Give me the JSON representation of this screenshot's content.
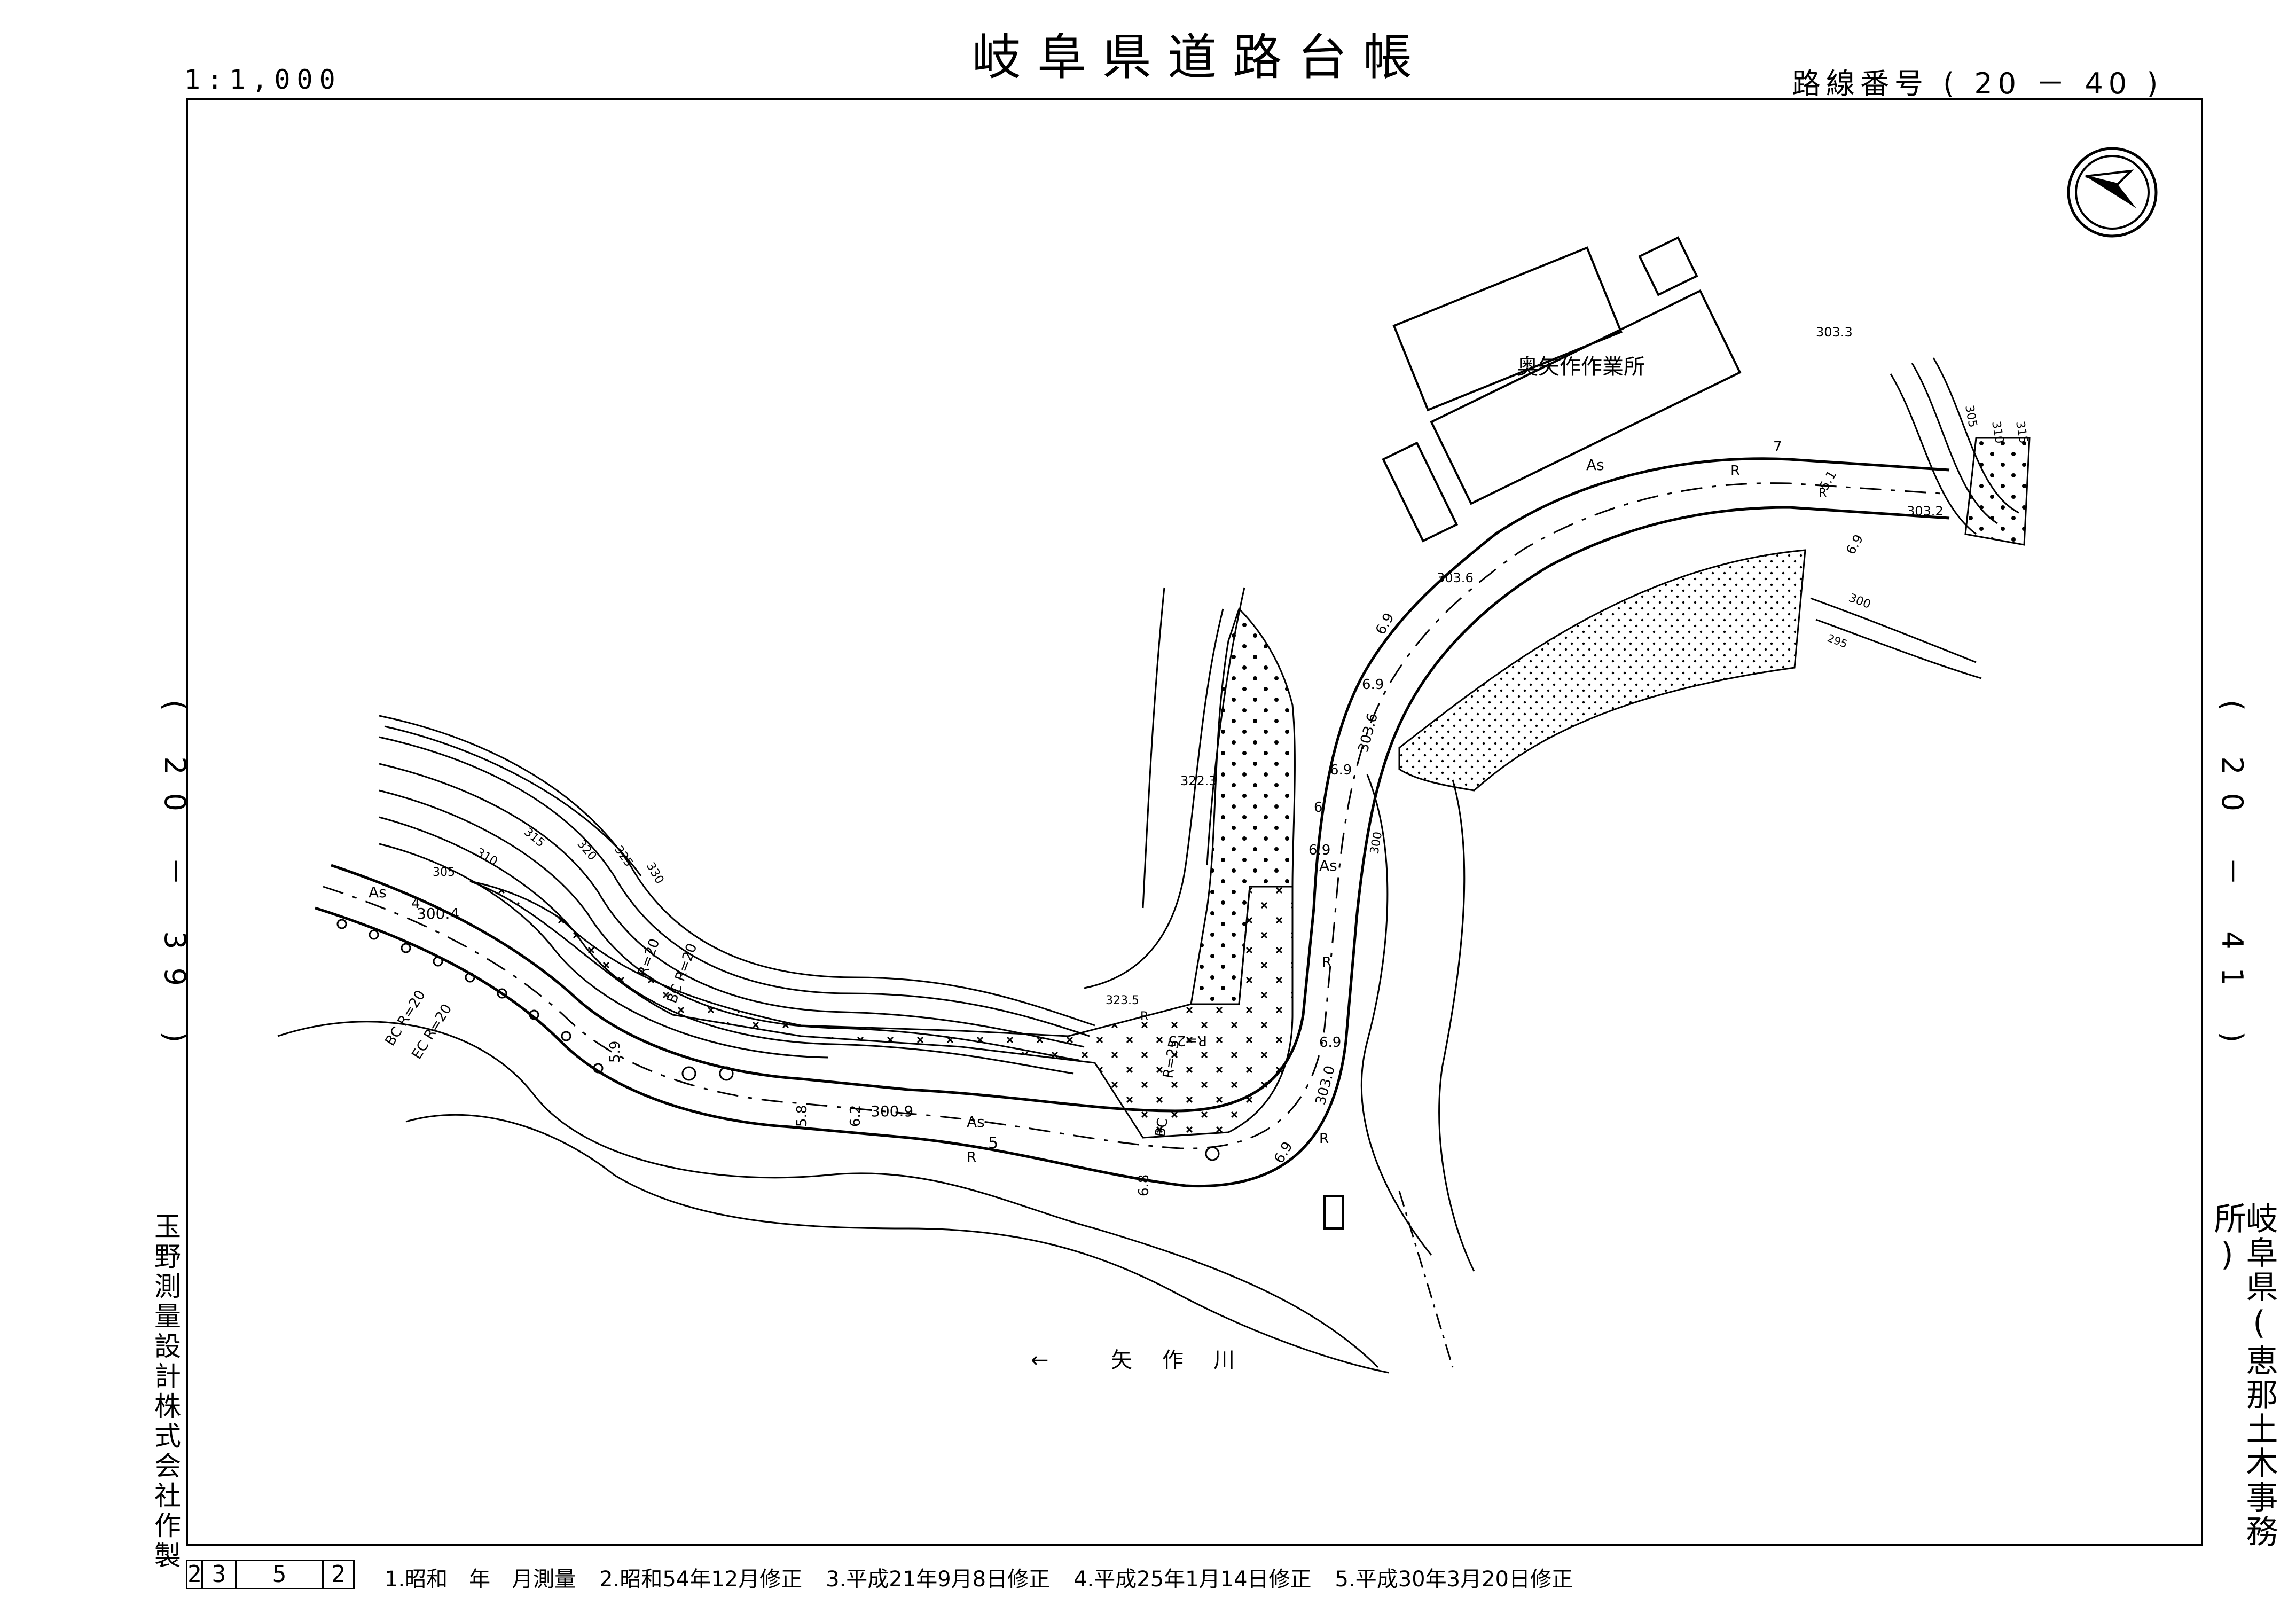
{
  "header": {
    "title": "岐阜県道路台帳",
    "scale": "1:1,000",
    "route_number": "路線番号 ( 20 － 40 )"
  },
  "neighbors": {
    "left": "( 20 － 39 )",
    "right": "( 20 － 41 )"
  },
  "side_text": {
    "maker": "玉野測量設計株式会社作製",
    "office": "岐阜県(恵那土木事務所)"
  },
  "sheet_boxes": [
    "2",
    "3",
    "5",
    "2"
  ],
  "revisions": [
    "1.昭和　年　月測量",
    "2.昭和54年12月修正",
    "3.平成21年9月8日修正",
    "4.平成25年1月14日修正",
    "5.平成30年3月20日修正"
  ],
  "map": {
    "north_arrow_icon": "north-arrow-icon",
    "facility_label": "奥矢作作業所",
    "river_label": "矢　作　川",
    "river_arrow": "←",
    "elevations": [
      "303.3",
      "303.2",
      "303.6",
      "303.6",
      "303.0",
      "300.4",
      "300.9",
      "322.3",
      "323.5"
    ],
    "contours": [
      "300",
      "305",
      "310",
      "315",
      "320",
      "325",
      "330",
      "310",
      "305",
      "315",
      "300",
      "295"
    ],
    "surface_labels": [
      "As",
      "As",
      "As",
      "As"
    ],
    "curve_labels": [
      "BC R=20",
      "EC R=20",
      "R=20",
      "BC R=20",
      "R=25",
      "R=25",
      "BC"
    ],
    "widths": [
      "5.9",
      "5.8",
      "6.2",
      "5",
      "6.8",
      "6.9",
      "6.9",
      "6.9",
      "6.9",
      "6.9",
      "6",
      "6.9",
      "6.9",
      "5.1"
    ],
    "edge_labels": [
      "R",
      "R",
      "R",
      "R",
      "R",
      "R"
    ],
    "lane_marks": [
      "4",
      "7"
    ]
  }
}
